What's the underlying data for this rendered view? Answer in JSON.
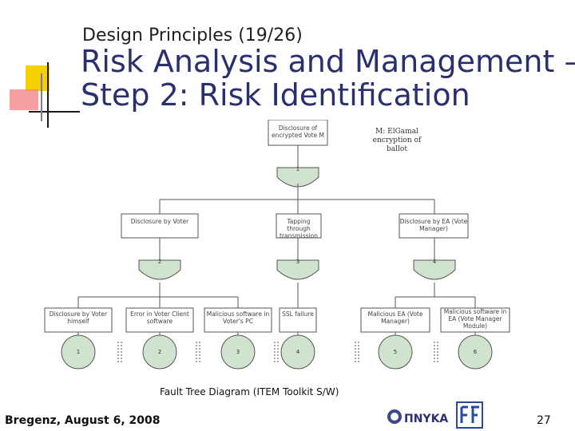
{
  "header": {
    "subtitle": "Design Principles (19/26)",
    "title_line1": "Risk Analysis and Management –",
    "title_line2": "Step 2: Risk Identification"
  },
  "diagram": {
    "top": {
      "label": "Disclosure of encrypted Vote M",
      "gate": "1",
      "note": "M: ElGamal encryption of ballot"
    },
    "level2": [
      {
        "label": "Disclosure by Voter",
        "gate": "2"
      },
      {
        "label": "Tapping through transmission",
        "gate": "3"
      },
      {
        "label": "Disclosure by EA (Vote Manager)",
        "gate": "4"
      }
    ],
    "level3": [
      {
        "label": "Disclosure by Voter himself",
        "id": "1"
      },
      {
        "label": "Error in Voter Client software",
        "id": "2"
      },
      {
        "label": "Malicious software in Voter's PC",
        "id": "3"
      },
      {
        "label": "SSL failure",
        "id": "4"
      },
      {
        "label": "Malicious EA (Vote Manager)",
        "id": "5"
      },
      {
        "label": "Malicious software in EA (Vote Manager Module)",
        "id": "6"
      }
    ],
    "colors": {
      "gate_fill": "#cfe3cf",
      "event_fill": "#cfe3cf",
      "line": "#555555"
    }
  },
  "caption": "Fault Tree Diagram (ITEM Toolkit S/W)",
  "footer": {
    "left": "Bregenz, August 6, 2008",
    "page": "27",
    "logo1_text": "ΠΝΥΚΑ"
  }
}
